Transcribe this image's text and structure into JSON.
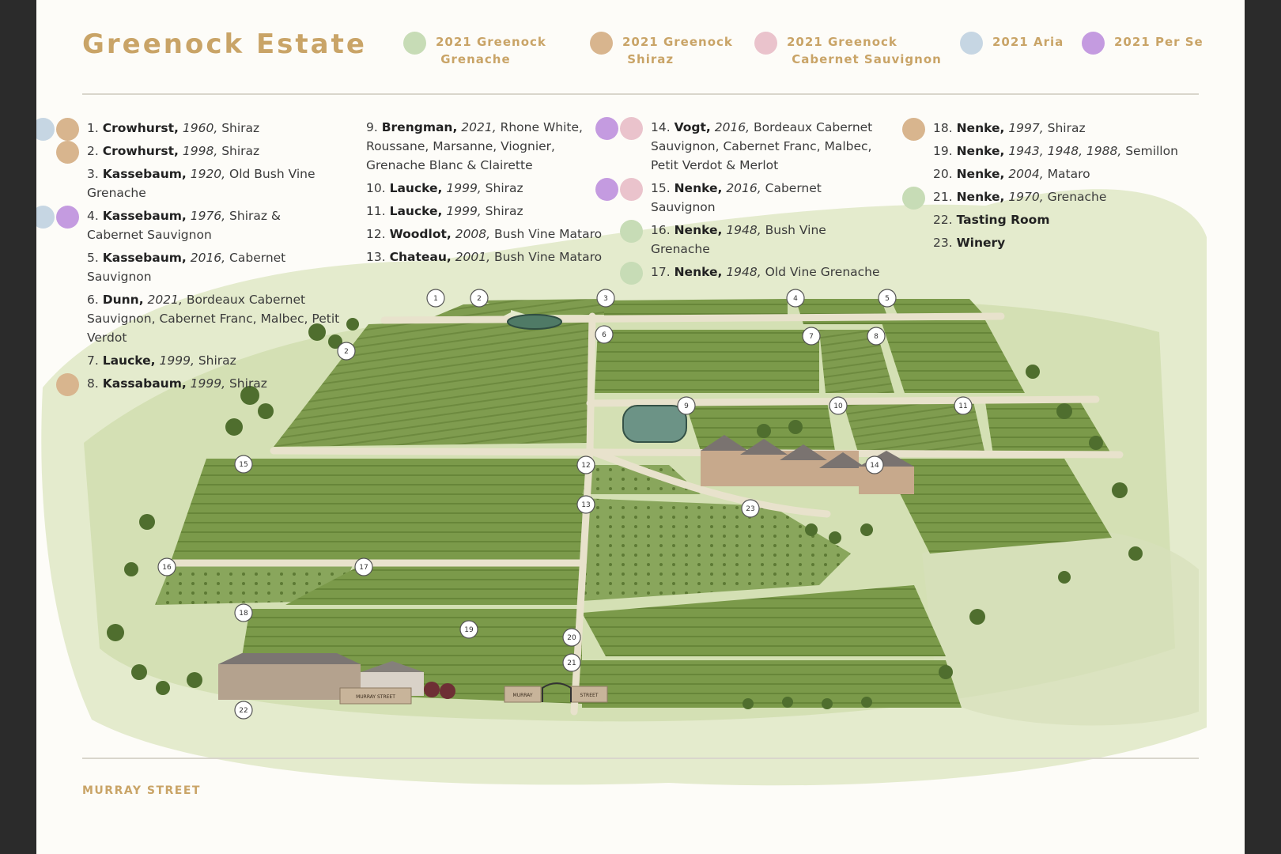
{
  "title": "Greenock Estate",
  "footer": "MURRAY STREET",
  "colors": {
    "grenache": "#c7dcb6",
    "shiraz": "#d8b58e",
    "cabernet": "#eac3cc",
    "aria": "#c6d6e3",
    "per_se": "#c49be0",
    "gold": "#c9a467"
  },
  "wines": [
    {
      "label": "2021 Greenock\n Grenache",
      "color": "#c7dcb6"
    },
    {
      "label": "2021 Greenock\n Shiraz",
      "color": "#d8b58e"
    },
    {
      "label": "2021 Greenock\n Cabernet Sauvignon",
      "color": "#eac3cc"
    },
    {
      "label": "2021 Aria",
      "color": "#c6d6e3"
    },
    {
      "label": "2021 Per Se",
      "color": "#c49be0"
    }
  ],
  "blocks": [
    {
      "num": "1.",
      "name": "Crowhurst,",
      "year": "1960,",
      "variety": "Shiraz",
      "colors": [
        "#c6d6e3",
        "#d8b58e"
      ]
    },
    {
      "num": "2.",
      "name": "Crowhurst,",
      "year": "1998,",
      "variety": "Shiraz",
      "colors": [
        "#d8b58e"
      ]
    },
    {
      "num": "3.",
      "name": "Kassebaum,",
      "year": "1920,",
      "variety": "Old Bush Vine Grenache",
      "colors": []
    },
    {
      "num": "4.",
      "name": "Kassebaum,",
      "year": "1976,",
      "variety": "Shiraz & Cabernet Sauvignon",
      "colors": [
        "#c6d6e3",
        "#c49be0"
      ]
    },
    {
      "num": "5.",
      "name": "Kassebaum,",
      "year": "2016,",
      "variety": "Cabernet Sauvignon",
      "colors": []
    },
    {
      "num": "6.",
      "name": "Dunn,",
      "year": "2021,",
      "variety": "Bordeaux Cabernet Sauvignon, Cabernet Franc, Malbec, Petit Verdot",
      "colors": []
    },
    {
      "num": "7.",
      "name": "Laucke,",
      "year": "1999,",
      "variety": "Shiraz",
      "colors": []
    },
    {
      "num": "8.",
      "name": "Kassabaum,",
      "year": "1999,",
      "variety": "Shiraz",
      "colors": [
        "#d8b58e"
      ]
    },
    {
      "num": "9.",
      "name": "Brengman,",
      "year": "2021,",
      "variety": "Rhone White, Roussane, Marsanne, Viognier, Grenache Blanc & Clairette",
      "colors": []
    },
    {
      "num": "10.",
      "name": "Laucke,",
      "year": "1999,",
      "variety": "Shiraz",
      "colors": []
    },
    {
      "num": "11.",
      "name": "Laucke,",
      "year": "1999,",
      "variety": "Shiraz",
      "colors": []
    },
    {
      "num": "12.",
      "name": "Woodlot,",
      "year": "2008,",
      "variety": "Bush Vine Mataro",
      "colors": []
    },
    {
      "num": "13.",
      "name": "Chateau,",
      "year": "2001,",
      "variety": "Bush Vine Mataro",
      "colors": []
    },
    {
      "num": "14.",
      "name": "Vogt,",
      "year": "2016,",
      "variety": "Bordeaux Cabernet Sauvignon, Cabernet Franc, Malbec, Petit Verdot & Merlot",
      "colors": [
        "#c49be0",
        "#eac3cc"
      ]
    },
    {
      "num": "15.",
      "name": "Nenke,",
      "year": "2016,",
      "variety": "Cabernet Sauvignon",
      "colors": [
        "#c49be0",
        "#eac3cc"
      ]
    },
    {
      "num": "16.",
      "name": "Nenke,",
      "year": "1948,",
      "variety": "Bush Vine Grenache",
      "colors": [
        "#c7dcb6"
      ]
    },
    {
      "num": "17.",
      "name": "Nenke,",
      "year": "1948,",
      "variety": "Old Vine Grenache",
      "colors": [
        "#c7dcb6"
      ]
    },
    {
      "num": "18.",
      "name": "Nenke,",
      "year": "1997,",
      "variety": "Shiraz",
      "colors": [
        "#d8b58e"
      ]
    },
    {
      "num": "19.",
      "name": "Nenke,",
      "year": "1943, 1948, 1988,",
      "variety": "Semillon",
      "colors": []
    },
    {
      "num": "20.",
      "name": "Nenke,",
      "year": "2004,",
      "variety": "Mataro",
      "colors": []
    },
    {
      "num": "21.",
      "name": "Nenke,",
      "year": "1970,",
      "variety": "Grenache",
      "colors": [
        "#c7dcb6"
      ]
    },
    {
      "num": "22.",
      "name": "Tasting Room",
      "year": "",
      "variety": "",
      "colors": []
    },
    {
      "num": "23.",
      "name": "Winery",
      "year": "",
      "variety": "",
      "colors": []
    }
  ],
  "markers": [
    "1",
    "2",
    "2",
    "3",
    "4",
    "5",
    "6",
    "7",
    "8",
    "9",
    "10",
    "11",
    "12",
    "13",
    "14",
    "15",
    "16",
    "17",
    "18",
    "19",
    "20",
    "21",
    "22",
    "23"
  ],
  "signs": [
    "MURRAY STREET",
    "MURRAY",
    "STREET"
  ]
}
